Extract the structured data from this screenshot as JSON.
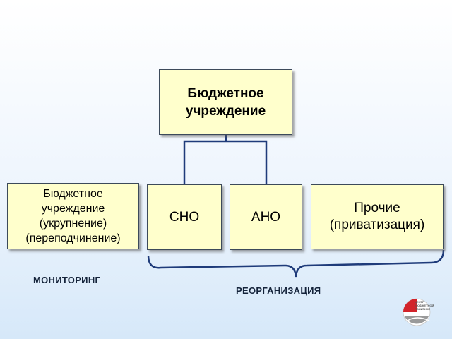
{
  "diagram": {
    "root": {
      "label": "Бюджетное\nучреждение"
    },
    "children": [
      {
        "label": "Бюджетное\nучреждение\n(укрупнение)\n(переподчинение)"
      },
      {
        "label": "СНО"
      },
      {
        "label": "АНО"
      },
      {
        "label": "Прочие\n(приватизация)"
      }
    ],
    "labels": {
      "monitoring": "МОНИТОРИНГ",
      "reorganization": "РЕОРГАНИЗАЦИЯ"
    }
  },
  "logo": {
    "text": "ЦЕНТР\nБЮДЖЕТНОЙ\nПОЛИТИКИ"
  },
  "colors": {
    "box_fill": "#ffffcc",
    "connector": "#1f3b7a",
    "label": "#14233a",
    "logo_red": "#d2232a"
  }
}
